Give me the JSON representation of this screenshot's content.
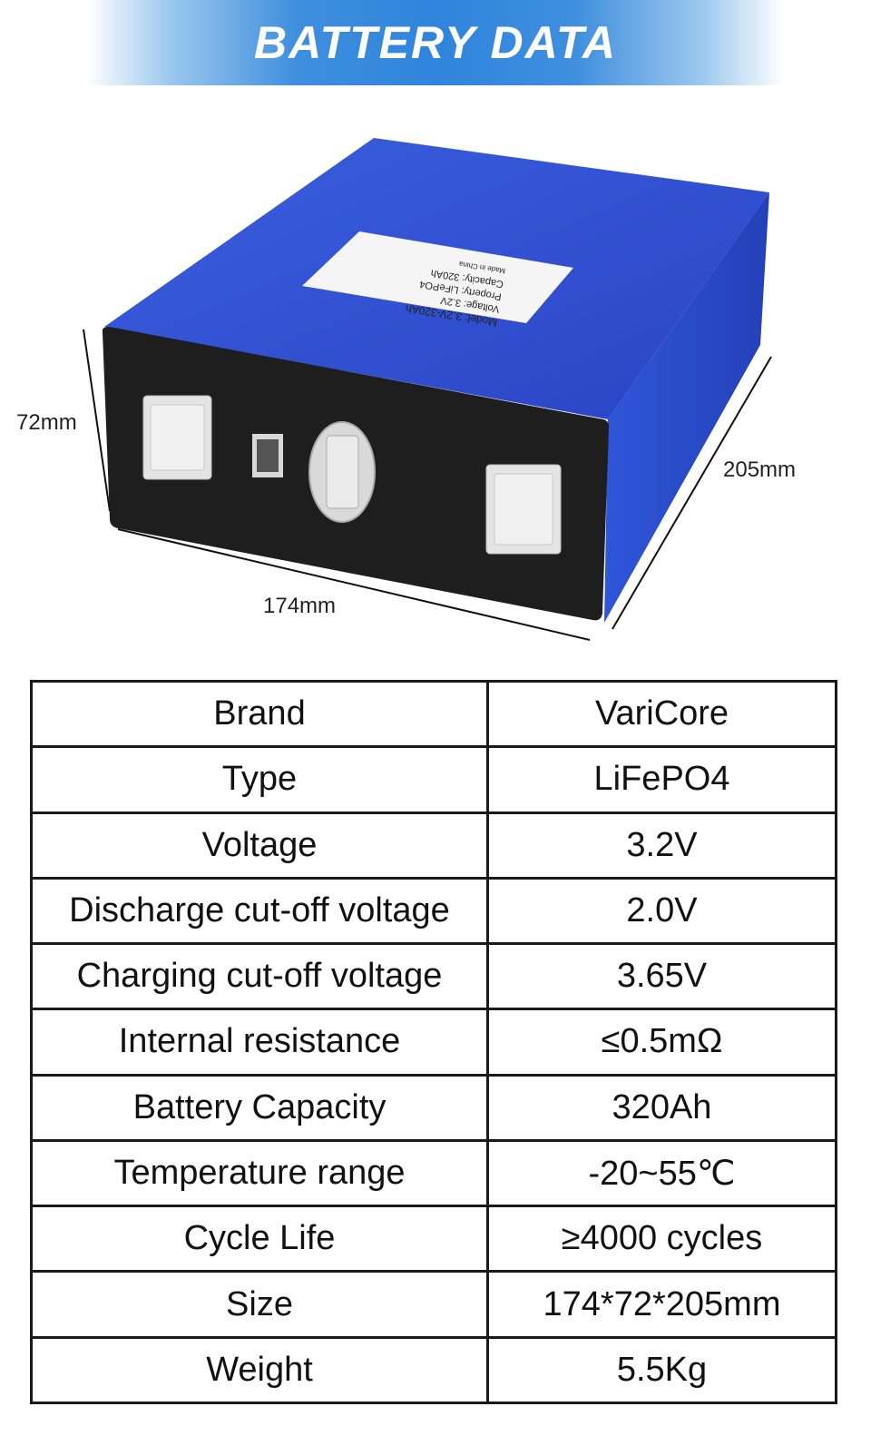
{
  "banner": {
    "title": "BATTERY DATA"
  },
  "product_image": {
    "dimensions": {
      "height": "72mm",
      "depth": "205mm",
      "width": "174mm"
    },
    "label_lines": [
      "Model: 3.2V-320Ah",
      "Voltage: 3.2V",
      "Property: LiFePO4",
      "Capacity: 320Ah",
      "Made in China"
    ],
    "colors": {
      "body": "#2f4fd0",
      "face": "#1e1e1e",
      "terminal": "#e6e6e6"
    }
  },
  "spec_table": {
    "rows": [
      {
        "label": "Brand",
        "value": "VariCore"
      },
      {
        "label": "Type",
        "value": "LiFePO4"
      },
      {
        "label": "Voltage",
        "value": "3.2V"
      },
      {
        "label": "Discharge cut-off voltage",
        "value": "2.0V"
      },
      {
        "label": "Charging cut-off voltage",
        "value": "3.65V"
      },
      {
        "label": "Internal resistance",
        "value": "≤0.5mΩ"
      },
      {
        "label": "Battery Capacity",
        "value": "320Ah"
      },
      {
        "label": "Temperature range",
        "value": "-20~55℃"
      },
      {
        "label": "Cycle Life",
        "value": "≥4000 cycles"
      },
      {
        "label": "Size",
        "value": "174*72*205mm"
      },
      {
        "label": "Weight",
        "value": "5.5Kg"
      }
    ]
  }
}
